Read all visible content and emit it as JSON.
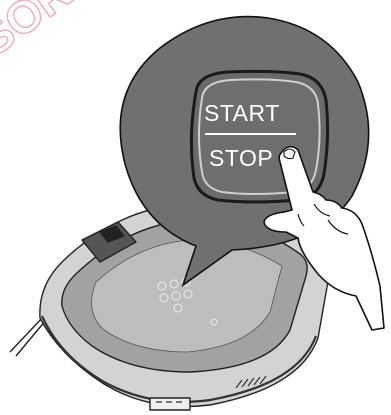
{
  "watermark": {
    "text": "SORK"
  },
  "button": {
    "line1": "START",
    "line2": "STOP"
  },
  "colors": {
    "bubble_fill": "#707070",
    "bubble_outline": "#222222",
    "robot_body": "#d3d3d3",
    "robot_top": "#9a9a9a",
    "hand_fill": "#ffffff"
  },
  "icons": {
    "finger": "pointing-hand-icon",
    "robot": "robot-vacuum-icon"
  }
}
